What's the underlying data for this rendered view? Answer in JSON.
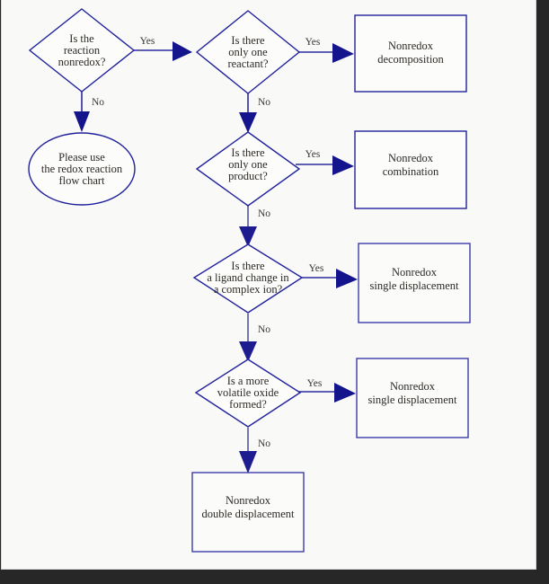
{
  "document": {
    "title": "Nonredox reaction classification flow chart",
    "background_color": "#f9f9f8",
    "shape_stroke_color": "#21219c",
    "connector_color": "#2a2a9e",
    "text_color": "#2d2a26"
  },
  "nodes": {
    "decision1": {
      "type": "decision",
      "lines": [
        "Is the",
        "reaction",
        "nonredox?"
      ]
    },
    "terminal_redox": {
      "type": "ellipse",
      "lines": [
        "Please use",
        "the redox reaction",
        "flow chart"
      ]
    },
    "decision2": {
      "type": "decision",
      "lines": [
        "Is there",
        "only one",
        "reactant?"
      ]
    },
    "result1": {
      "type": "process",
      "lines": [
        "Nonredox",
        "decomposition"
      ]
    },
    "decision3": {
      "type": "decision",
      "lines": [
        "Is there",
        "only one",
        "product?"
      ]
    },
    "result2": {
      "type": "process",
      "lines": [
        "Nonredox",
        "combination"
      ]
    },
    "decision4": {
      "type": "decision",
      "lines": [
        "Is there",
        "a ligand change in",
        "a complex ion?"
      ]
    },
    "result3": {
      "type": "process",
      "lines": [
        "Nonredox",
        "single displacement"
      ]
    },
    "decision5": {
      "type": "decision",
      "lines": [
        "Is a more",
        "volatile oxide",
        "formed?"
      ]
    },
    "result4": {
      "type": "process",
      "lines": [
        "Nonredox",
        "single displacement"
      ]
    },
    "result5": {
      "type": "process",
      "lines": [
        "Nonredox",
        "double displacement"
      ]
    }
  },
  "edges": {
    "d1_yes": "Yes",
    "d1_no": "No",
    "d2_yes": "Yes",
    "d2_no": "No",
    "d3_yes": "Yes",
    "d3_no": "No",
    "d4_yes": "Yes",
    "d4_no": "No",
    "d5_yes": "Yes",
    "d5_no": "No"
  }
}
